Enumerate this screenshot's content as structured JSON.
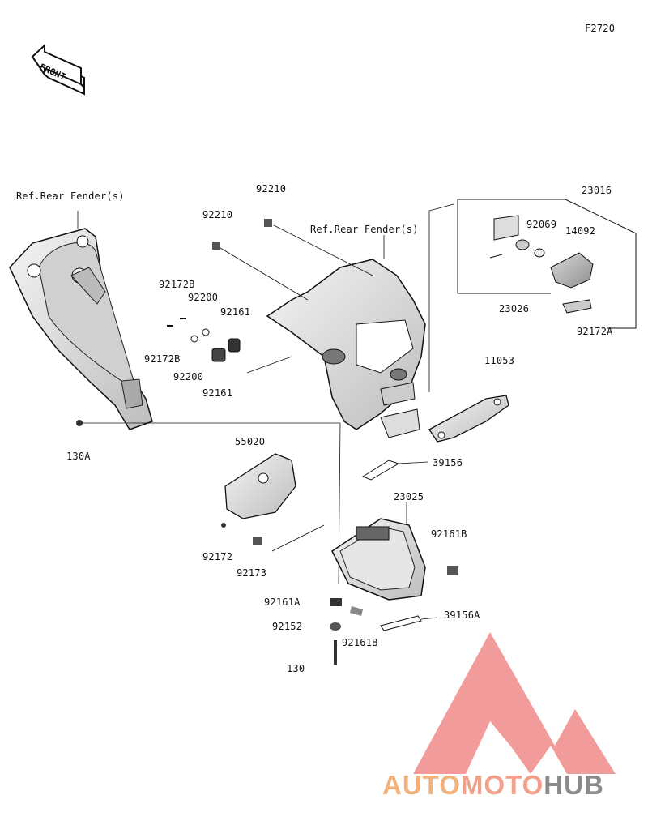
{
  "figure_code": "F2720",
  "front_arrow": "FRONT",
  "references": {
    "rear_fender_left": "Ref.Rear Fender(s)",
    "rear_fender_right": "Ref.Rear Fender(s)"
  },
  "parts": {
    "p92210_a": "92210",
    "p92210_b": "92210",
    "p23016": "23016",
    "p92069": "92069",
    "p14092": "14092",
    "p23026": "23026",
    "p92172A": "92172A",
    "p92172B_a": "92172B",
    "p92172B_b": "92172B",
    "p92200_a": "92200",
    "p92200_b": "92200",
    "p92161_a": "92161",
    "p92161_b": "92161",
    "p11053": "11053",
    "p130A": "130A",
    "p55020": "55020",
    "p39156": "39156",
    "p23025": "23025",
    "p92161B_a": "92161B",
    "p92161B_b": "92161B",
    "p92172": "92172",
    "p92173": "92173",
    "p92161A": "92161A",
    "p92152": "92152",
    "p130": "130",
    "p39156A": "39156A"
  },
  "watermark": {
    "word_a": "AUTO",
    "word_b": "MOTO",
    "word_c": "HUB",
    "colors": {
      "triangle": "#f08a8a",
      "auto": "#f0b27a",
      "moto": "#f2a08c",
      "hub": "#8a8a8a"
    }
  }
}
